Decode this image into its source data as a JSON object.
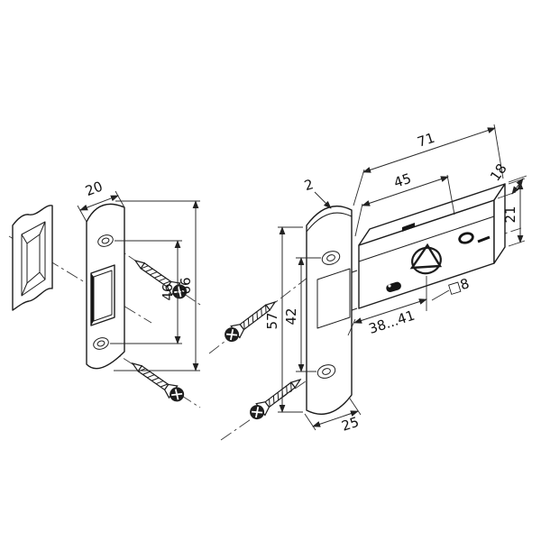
{
  "drawing": {
    "strike": {
      "width": "20",
      "hole_spacing": "46",
      "height": "66"
    },
    "latch": {
      "faceplate_thickness": "2",
      "total_length": "71",
      "inner_length": "45",
      "case_depth": "18",
      "case_height": "21",
      "faceplate_height": "57",
      "hole_spacing": "42",
      "spindle_square": "□8",
      "backset": "38...41",
      "faceplate_width": "25"
    }
  }
}
